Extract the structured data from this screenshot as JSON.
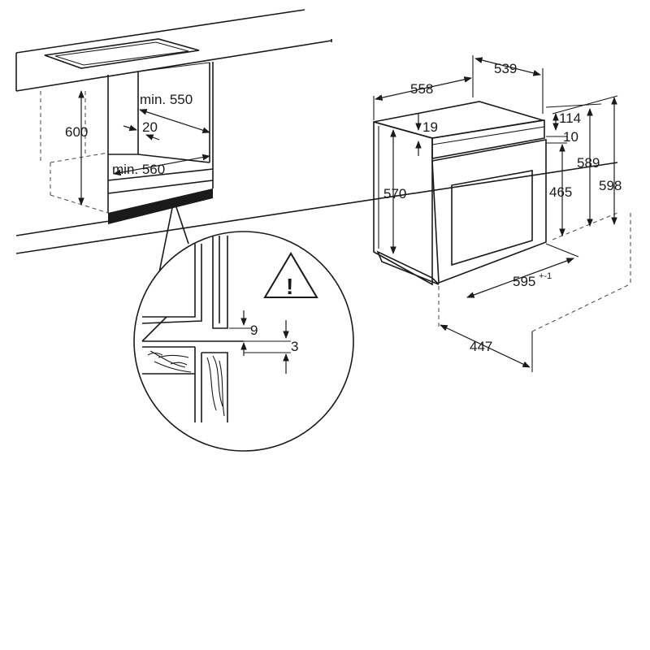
{
  "cabinet_dimensions": {
    "height": "600",
    "depth_min": "min. 550",
    "gap": "20",
    "width_min": "min. 560"
  },
  "detail_dimensions": {
    "gap_top": "9",
    "gap_bottom": "3"
  },
  "oven_dimensions": {
    "top_depth": "558",
    "side_depth": "539",
    "left_height": "570",
    "top_offset": "19",
    "panel_height": "114",
    "panel_gap": "10",
    "front_height": "465",
    "total_height_inner": "589",
    "total_height": "598",
    "front_width": "595",
    "front_width_tolerance": "+-1",
    "bottom_depth": "447"
  },
  "warning": {
    "icon": "warning-triangle-icon",
    "symbol": "!"
  }
}
